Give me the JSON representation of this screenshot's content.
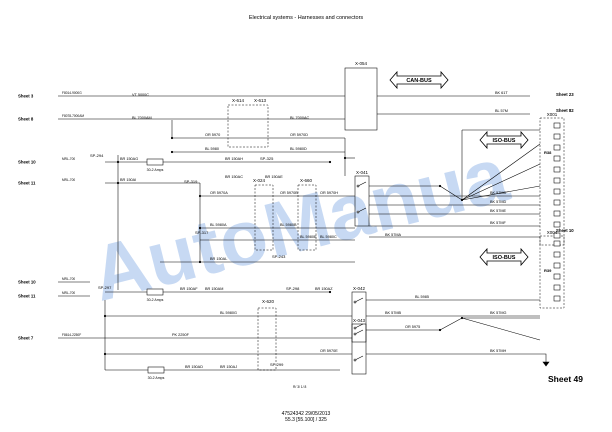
{
  "header": {
    "title": "Electrical systems - Harnesses and connectors"
  },
  "footer": {
    "doc_id": "47524342 29/05/2013",
    "page": "55.3 [55.100] / 325"
  },
  "watermark": "AutoManua",
  "sheet_refs": {
    "left": [
      "Sheet 3",
      "Sheet 8",
      "Sheet 10",
      "Sheet 11",
      "Sheet 10",
      "Sheet 11",
      "Sheet 7"
    ],
    "right": [
      "Sheet 23",
      "Sheet 82",
      "Sheet 10",
      "Sheet 49"
    ]
  },
  "bus_labels": [
    "CAN-BUS",
    "ISO-BUS",
    "ISO-BUS"
  ],
  "connectors": [
    "X-054",
    "X-614",
    "X-613",
    "X-024",
    "X-660",
    "X-620",
    "X-041",
    "X-042",
    "X-043",
    "X001",
    "X004"
  ],
  "splices": [
    "SP-294",
    "SP-319",
    "SP-317",
    "SP-325",
    "SP-243",
    "SP-298",
    "SP-299",
    "SP-297"
  ],
  "resistors": [
    "R38",
    "R39"
  ],
  "wire_labels": [
    "VT 5000C",
    "BL 7000AM",
    "BL 7000AC",
    "BK 61T",
    "BL 57M",
    "OR 5970",
    "BL 5980",
    "OR 5970D",
    "BL 5980D",
    "BR 150AG",
    "BR 150AI",
    "BR 150AH",
    "OR 5970A",
    "BL 5980A",
    "OR 5970B",
    "BL 5980B",
    "OR 5970H",
    "BL 5980C",
    "BL 5980E",
    "BK 57MA",
    "BR 150AM",
    "BR 150AF",
    "BR 150AL",
    "BR 150AC",
    "BR 150AE",
    "BR 150AZ",
    "BL 5980G",
    "BL 5985",
    "BK 57MB",
    "BK 57MC",
    "BK 57MD",
    "BK 57ME",
    "BK 57MF",
    "OR 5970E",
    "OR 5975",
    "PK 2250F",
    "BR 150AD",
    "BR 150AJ",
    "BK 57MG",
    "BK 57MH"
  ],
  "small_labels": [
    "F8014-9000G",
    "F8078-7000AM",
    "MRL-700",
    "MRL-700",
    "MRL-700",
    "MRL-700",
    "F8614-2250F",
    "30-2 Amps",
    "30-2 Amps",
    "30-2 Amps",
    "R/ 3/ 1/ 8"
  ]
}
